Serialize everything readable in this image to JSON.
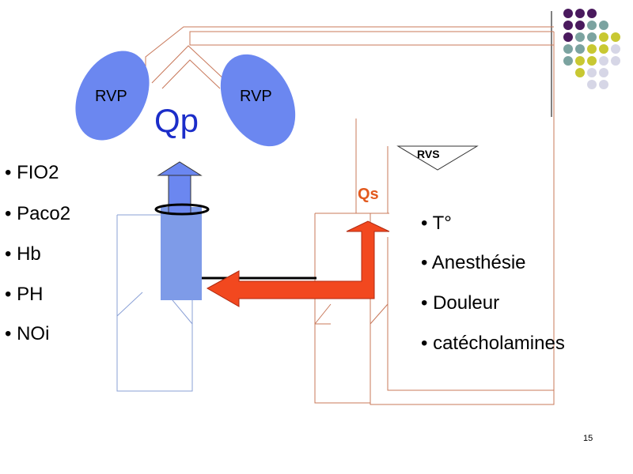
{
  "labels": {
    "rvp_left": "RVP",
    "rvp_right": "RVP",
    "qp": "Qp",
    "rvs": "RVS",
    "qs": "Qs"
  },
  "left_factors": [
    "• FIO2",
    "• Paco2",
    "• Hb",
    "• PH",
    "• NOi"
  ],
  "right_factors": [
    "• T°",
    "• Anesthésie",
    "• Douleur",
    "• catécholamines"
  ],
  "page_number": "15",
  "colors": {
    "lung_blue": "#6b87f0",
    "qp_blue": "#1b2dc9",
    "pulmonary_arrow": "#7e9be8",
    "systemic_arrow": "#f2481f",
    "qs_orange": "#e25a1f",
    "circuit_orange": "#c8785a",
    "venous_blue": "#8aa0d6",
    "dot_purple": "#4a1a5e",
    "dot_teal": "#7ba3a0",
    "dot_yellow": "#c8c832",
    "dot_grey": "#d6d6e6"
  },
  "decor": {
    "dot_grid": [
      [
        "purple",
        "purple",
        "purple",
        "empty",
        "empty"
      ],
      [
        "purple",
        "purple",
        "teal",
        "teal",
        "empty"
      ],
      [
        "purple",
        "teal",
        "teal",
        "yellow",
        "yellow"
      ],
      [
        "teal",
        "teal",
        "yellow",
        "yellow",
        "grey"
      ],
      [
        "teal",
        "yellow",
        "yellow",
        "grey",
        "grey"
      ],
      [
        "empty",
        "yellow",
        "grey",
        "grey",
        "empty"
      ],
      [
        "empty",
        "empty",
        "grey",
        "grey",
        "empty"
      ]
    ]
  }
}
